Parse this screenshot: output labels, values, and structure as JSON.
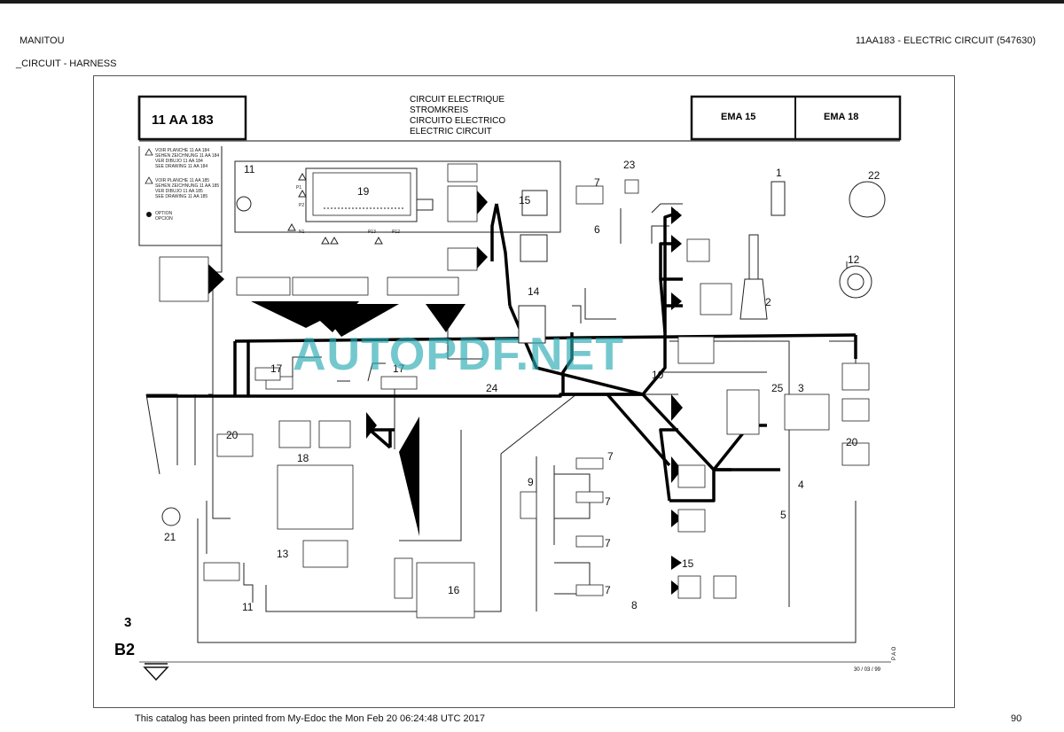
{
  "header": {
    "brand": "MANITOU",
    "doc_title": "11AA183 - ELECTRIC CIRCUIT (547630)",
    "section": "_CIRCUIT - HARNESS"
  },
  "drawing": {
    "number": "11 AA 183",
    "titles": [
      "CIRCUIT ELECTRIQUE",
      "STROMKREIS",
      "CIRCUITO ELECTRICO",
      "ELECTRIC CIRCUIT"
    ],
    "models": [
      "EMA 15",
      "EMA 18"
    ],
    "legend_triangle": [
      "VOIR PLANCHE 11 AA 184",
      "SEHEN ZEICHNUNG 11 AA 184",
      "VER DIBUJO 11 AA 184",
      "SEE DRAWING 11 AA 184"
    ],
    "legend_star": [
      "VOIR PLANCHE 11 AA 185",
      "SEHEN ZEICHNUNG 11 AA 185",
      "VER DIBUJO 11 AA 185",
      "SEE DRAWING 11 AA 185"
    ],
    "legend_option": [
      "OPTION",
      "OPCION"
    ],
    "date": "30 / 03 / 99",
    "pao": "P A O",
    "page_ref_num": "3",
    "page_ref_code": "B2",
    "pins": [
      "P1",
      "P2",
      "N1",
      "P13",
      "P12"
    ],
    "component_labels": {
      "c1": "1",
      "c2": "2",
      "c3": "3",
      "c4": "4",
      "c5": "5",
      "c6": "6",
      "c7a": "7",
      "c7b": "7",
      "c7c": "7",
      "c7d": "7",
      "c7e": "7",
      "c8": "8",
      "c9": "9",
      "c10": "10",
      "c11a": "11",
      "c11b": "11",
      "c12": "12",
      "c13": "13",
      "c14": "14",
      "c15a": "15",
      "c15b": "15",
      "c16": "16",
      "c17a": "17",
      "c17b": "17",
      "c18": "18",
      "c19": "19",
      "c20a": "20",
      "c20b": "20",
      "c21": "21",
      "c22": "22",
      "c23": "23",
      "c24": "24",
      "c25": "25"
    }
  },
  "watermark": "AUTOPDF.NET",
  "footer": {
    "printed_text": "This catalog has been printed from My-Edoc the   Mon Feb 20 06:24:48 UTC 2017",
    "page_number": "90"
  }
}
